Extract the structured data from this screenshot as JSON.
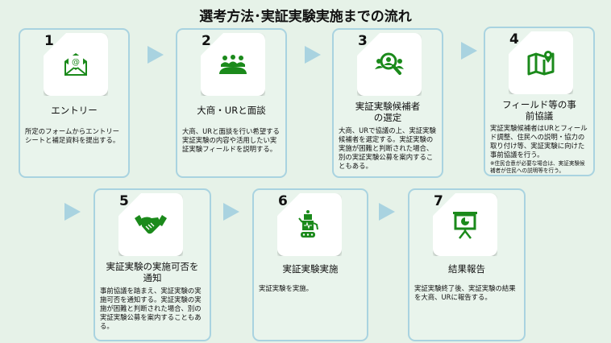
{
  "title": "選考方法･実証実験実施までの流れ",
  "accent": "#1b8a1b",
  "steps": [
    {
      "num": "1",
      "icon": "envelope-at-icon",
      "title": "エントリー",
      "desc": "所定のフォームからエントリーシートと補足資料を提出する。"
    },
    {
      "num": "2",
      "icon": "meeting-icon",
      "title": "大商・URと面談",
      "desc": "大商、URと面談を行い希望する実証実験の内容や活用したい実証実験フィールドを説明する。"
    },
    {
      "num": "3",
      "icon": "candidate-search-icon",
      "title": "実証実験候補者の選定",
      "desc": "大商、URで協議の上、実証実験候補者を選定する。実証実験の実施が困難と判断された場合、別の実証実験公募を案内することもある。"
    },
    {
      "num": "4",
      "icon": "map-pin-icon",
      "title": "フィールド等の事前協議",
      "desc": "実証実験候補者はURとフィールド調整、住民への説明・協力の取り付け等、実証実験に向けた事前協議を行う。",
      "note": "※住民合意が必要な場合は、実証実験候補者が住民への説明等を行う。"
    },
    {
      "num": "5",
      "icon": "handshake-icon",
      "title": "実証実験の実施可否を通知",
      "desc": "事前協議を踏まえ、実証実験の実施可否を通知する。実証実験の実施が困難と判断された場合、別の実証実験公募を案内することもある。"
    },
    {
      "num": "6",
      "icon": "robot-icon",
      "title": "実証実験実施",
      "desc": "実証実験を実施。"
    },
    {
      "num": "7",
      "icon": "presentation-icon",
      "title": "結果報告",
      "desc": "実証実験終了後、実証実験の結果を大商、URに報告する。"
    }
  ]
}
